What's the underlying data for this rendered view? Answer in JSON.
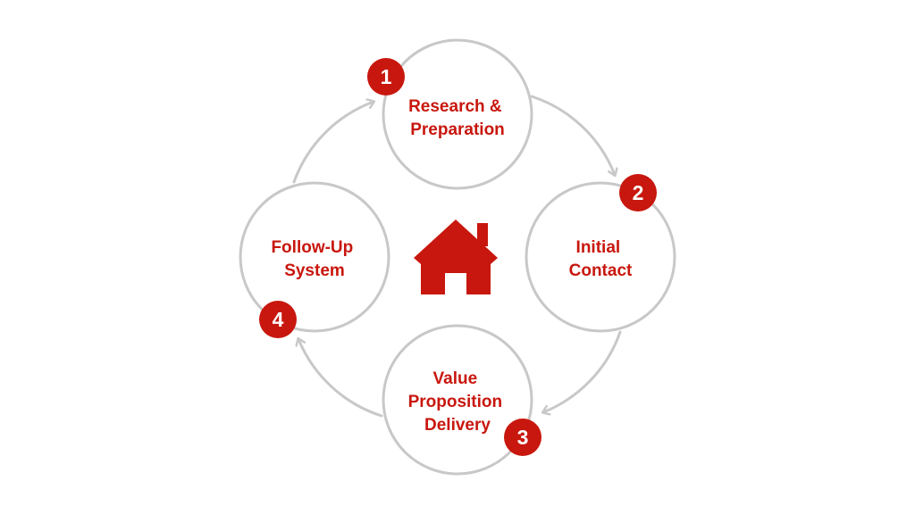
{
  "colors": {
    "accent": "#c8170e",
    "ring": "#c8c8c8",
    "badge_text": "#ffffff",
    "background": "#ffffff"
  },
  "center_icon": "house-icon",
  "flow": "clockwise",
  "stages": [
    {
      "number": "1",
      "lines": [
        "Research &",
        "Preparation"
      ]
    },
    {
      "number": "2",
      "lines": [
        "Initial",
        "Contact"
      ]
    },
    {
      "number": "3",
      "lines": [
        "Value",
        "Proposition",
        "Delivery"
      ]
    },
    {
      "number": "4",
      "lines": [
        "Follow-Up",
        "System"
      ]
    }
  ]
}
